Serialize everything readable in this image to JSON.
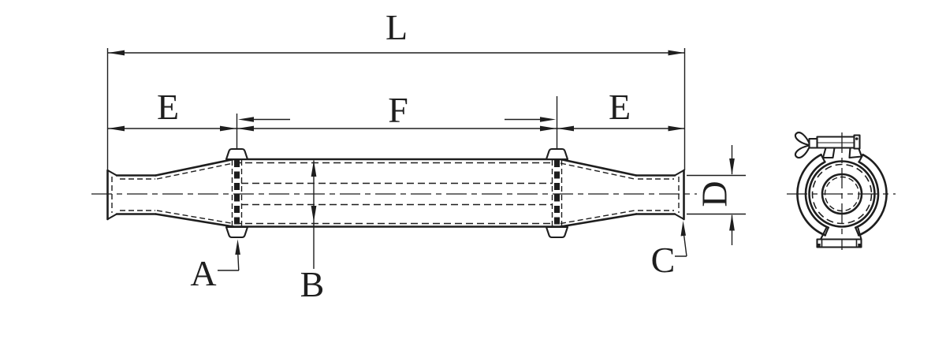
{
  "colors": {
    "ink": "#1e1e1e",
    "background": "#ffffff"
  },
  "dim_labels": {
    "overall_length": "L",
    "left_end_section": "E",
    "middle_section": "F",
    "right_end_section": "E",
    "clamp_callout": "A",
    "shell_inner_diameter": "B",
    "ferrule_callout": "C",
    "end_port_diameter": "D"
  }
}
